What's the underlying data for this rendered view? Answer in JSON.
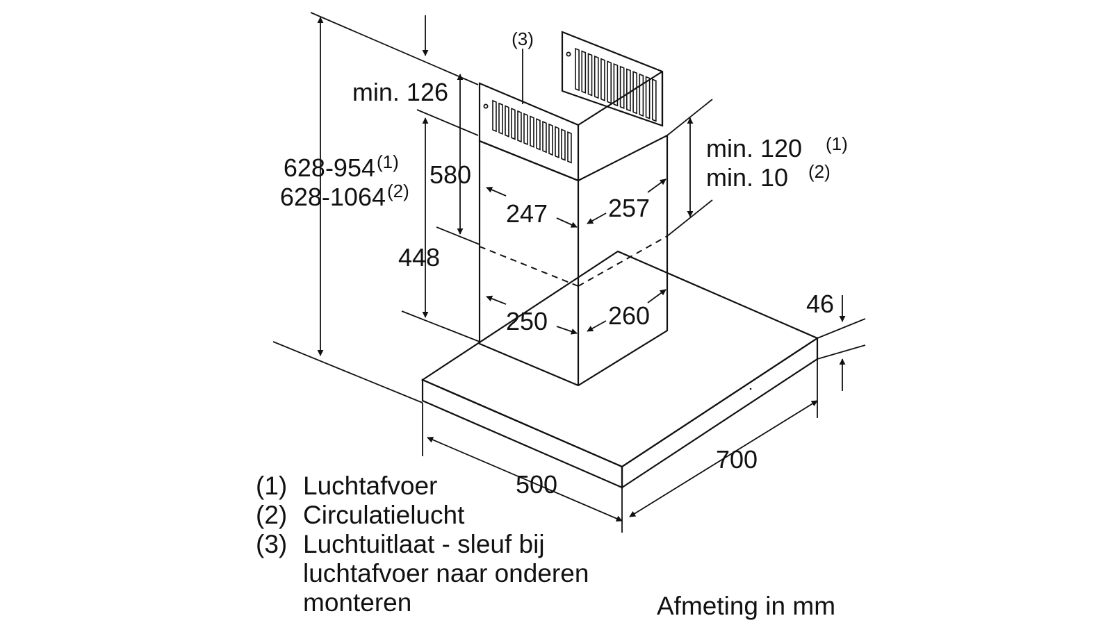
{
  "diagram": {
    "dimensions": {
      "total_height_exhaust": "628-954",
      "total_height_exhaust_note": "(1)",
      "total_height_circulation": "628-1064",
      "total_height_circulation_note": "(2)",
      "top_clearance": "min. 126",
      "upper_chimney_height": "580",
      "lower_chimney_height": "448",
      "upper_chimney_width_front": "247",
      "upper_chimney_depth_side": "257",
      "lower_chimney_width_front": "250",
      "lower_chimney_depth_side": "260",
      "ceiling_gap_exhaust": "min. 120",
      "ceiling_gap_exhaust_note": "(1)",
      "ceiling_gap_circulation": "min. 10",
      "ceiling_gap_circulation_note": "(2)",
      "canopy_thickness": "46",
      "canopy_depth": "500",
      "canopy_width": "700",
      "vent_callout": "(3)"
    },
    "legend": [
      {
        "marker": "(1)",
        "text": "Luchtafvoer"
      },
      {
        "marker": "(2)",
        "text": "Circulatielucht"
      },
      {
        "marker": "(3)",
        "text": "Luchtuitlaat - sleuf bij"
      },
      {
        "marker": "",
        "text": "luchtafvoer naar onderen"
      },
      {
        "marker": "",
        "text": "monteren"
      }
    ],
    "units_note": "Afmeting in mm"
  }
}
